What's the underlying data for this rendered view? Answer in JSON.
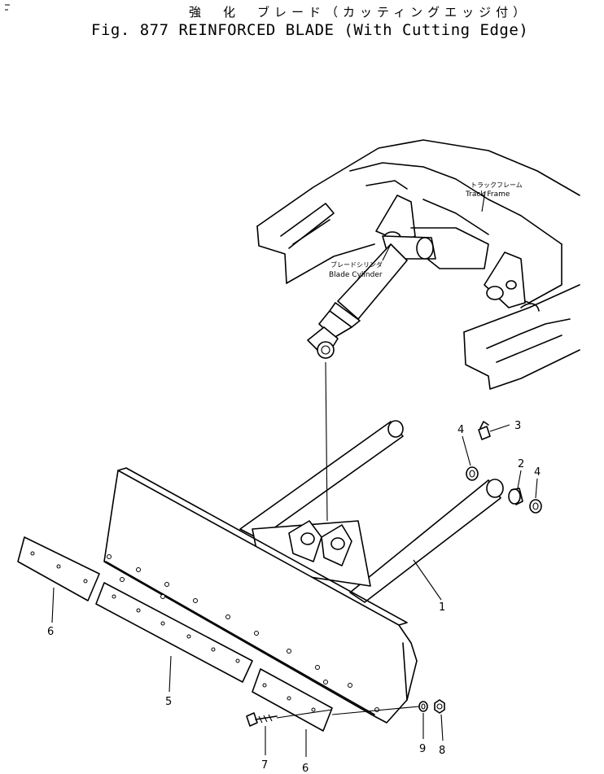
{
  "header": {
    "title_jp": "強　化　ブレード（カッティングエッジ付）",
    "title_en": "Fig. 877  REINFORCED BLADE (With Cutting Edge)"
  },
  "labels": {
    "track_frame_jp": "トラックフレーム",
    "track_frame_en": "Track Frame",
    "blade_cylinder_jp": "ブレードシリンダ",
    "blade_cylinder_en": "Blade Cylinder"
  },
  "callouts": [
    "1",
    "2",
    "3",
    "4",
    "4",
    "5",
    "6",
    "6",
    "7",
    "8",
    "9"
  ]
}
